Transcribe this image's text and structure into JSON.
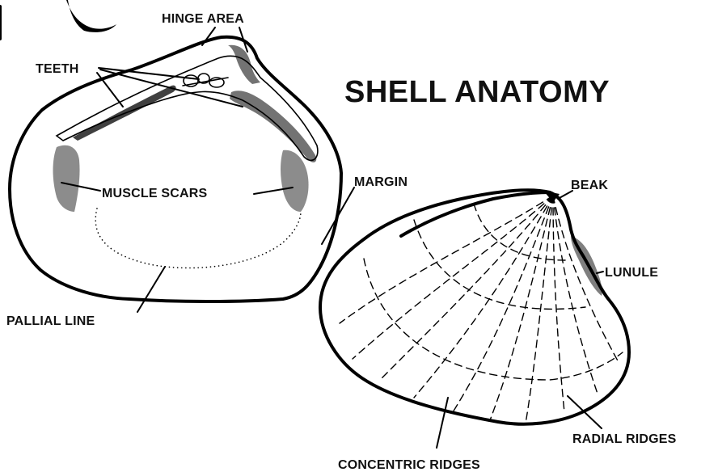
{
  "title": "SHELL ANATOMY",
  "labels": {
    "hinge_area": "HINGE AREA",
    "teeth": "TEETH",
    "muscle_scars": "MUSCLE SCARS",
    "margin": "MARGIN",
    "pallial_line": "PALLIAL LINE",
    "beak": "BEAK",
    "lunule": "LUNULE",
    "radial_ridges": "RADIAL RIDGES",
    "concentric_ridges": "CONCENTRIC RIDGES"
  },
  "colors": {
    "ink": "#000000",
    "background": "#ffffff"
  }
}
